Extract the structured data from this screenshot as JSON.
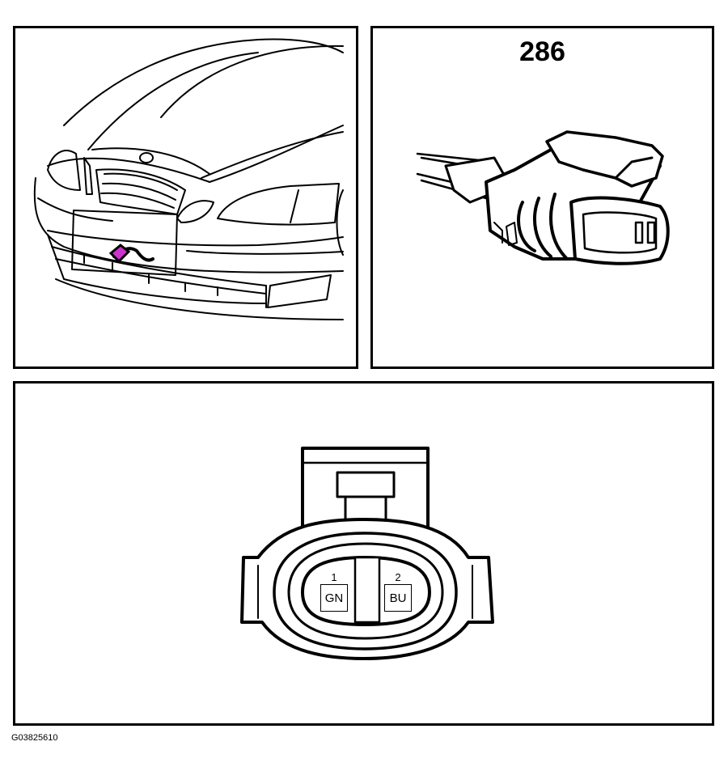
{
  "connector": {
    "number": "286"
  },
  "pins": [
    {
      "number": "1",
      "wire_color": "GN"
    },
    {
      "number": "2",
      "wire_color": "BU"
    }
  ],
  "location_marker_color": "#cc33cc",
  "figure_code": "G03825610"
}
